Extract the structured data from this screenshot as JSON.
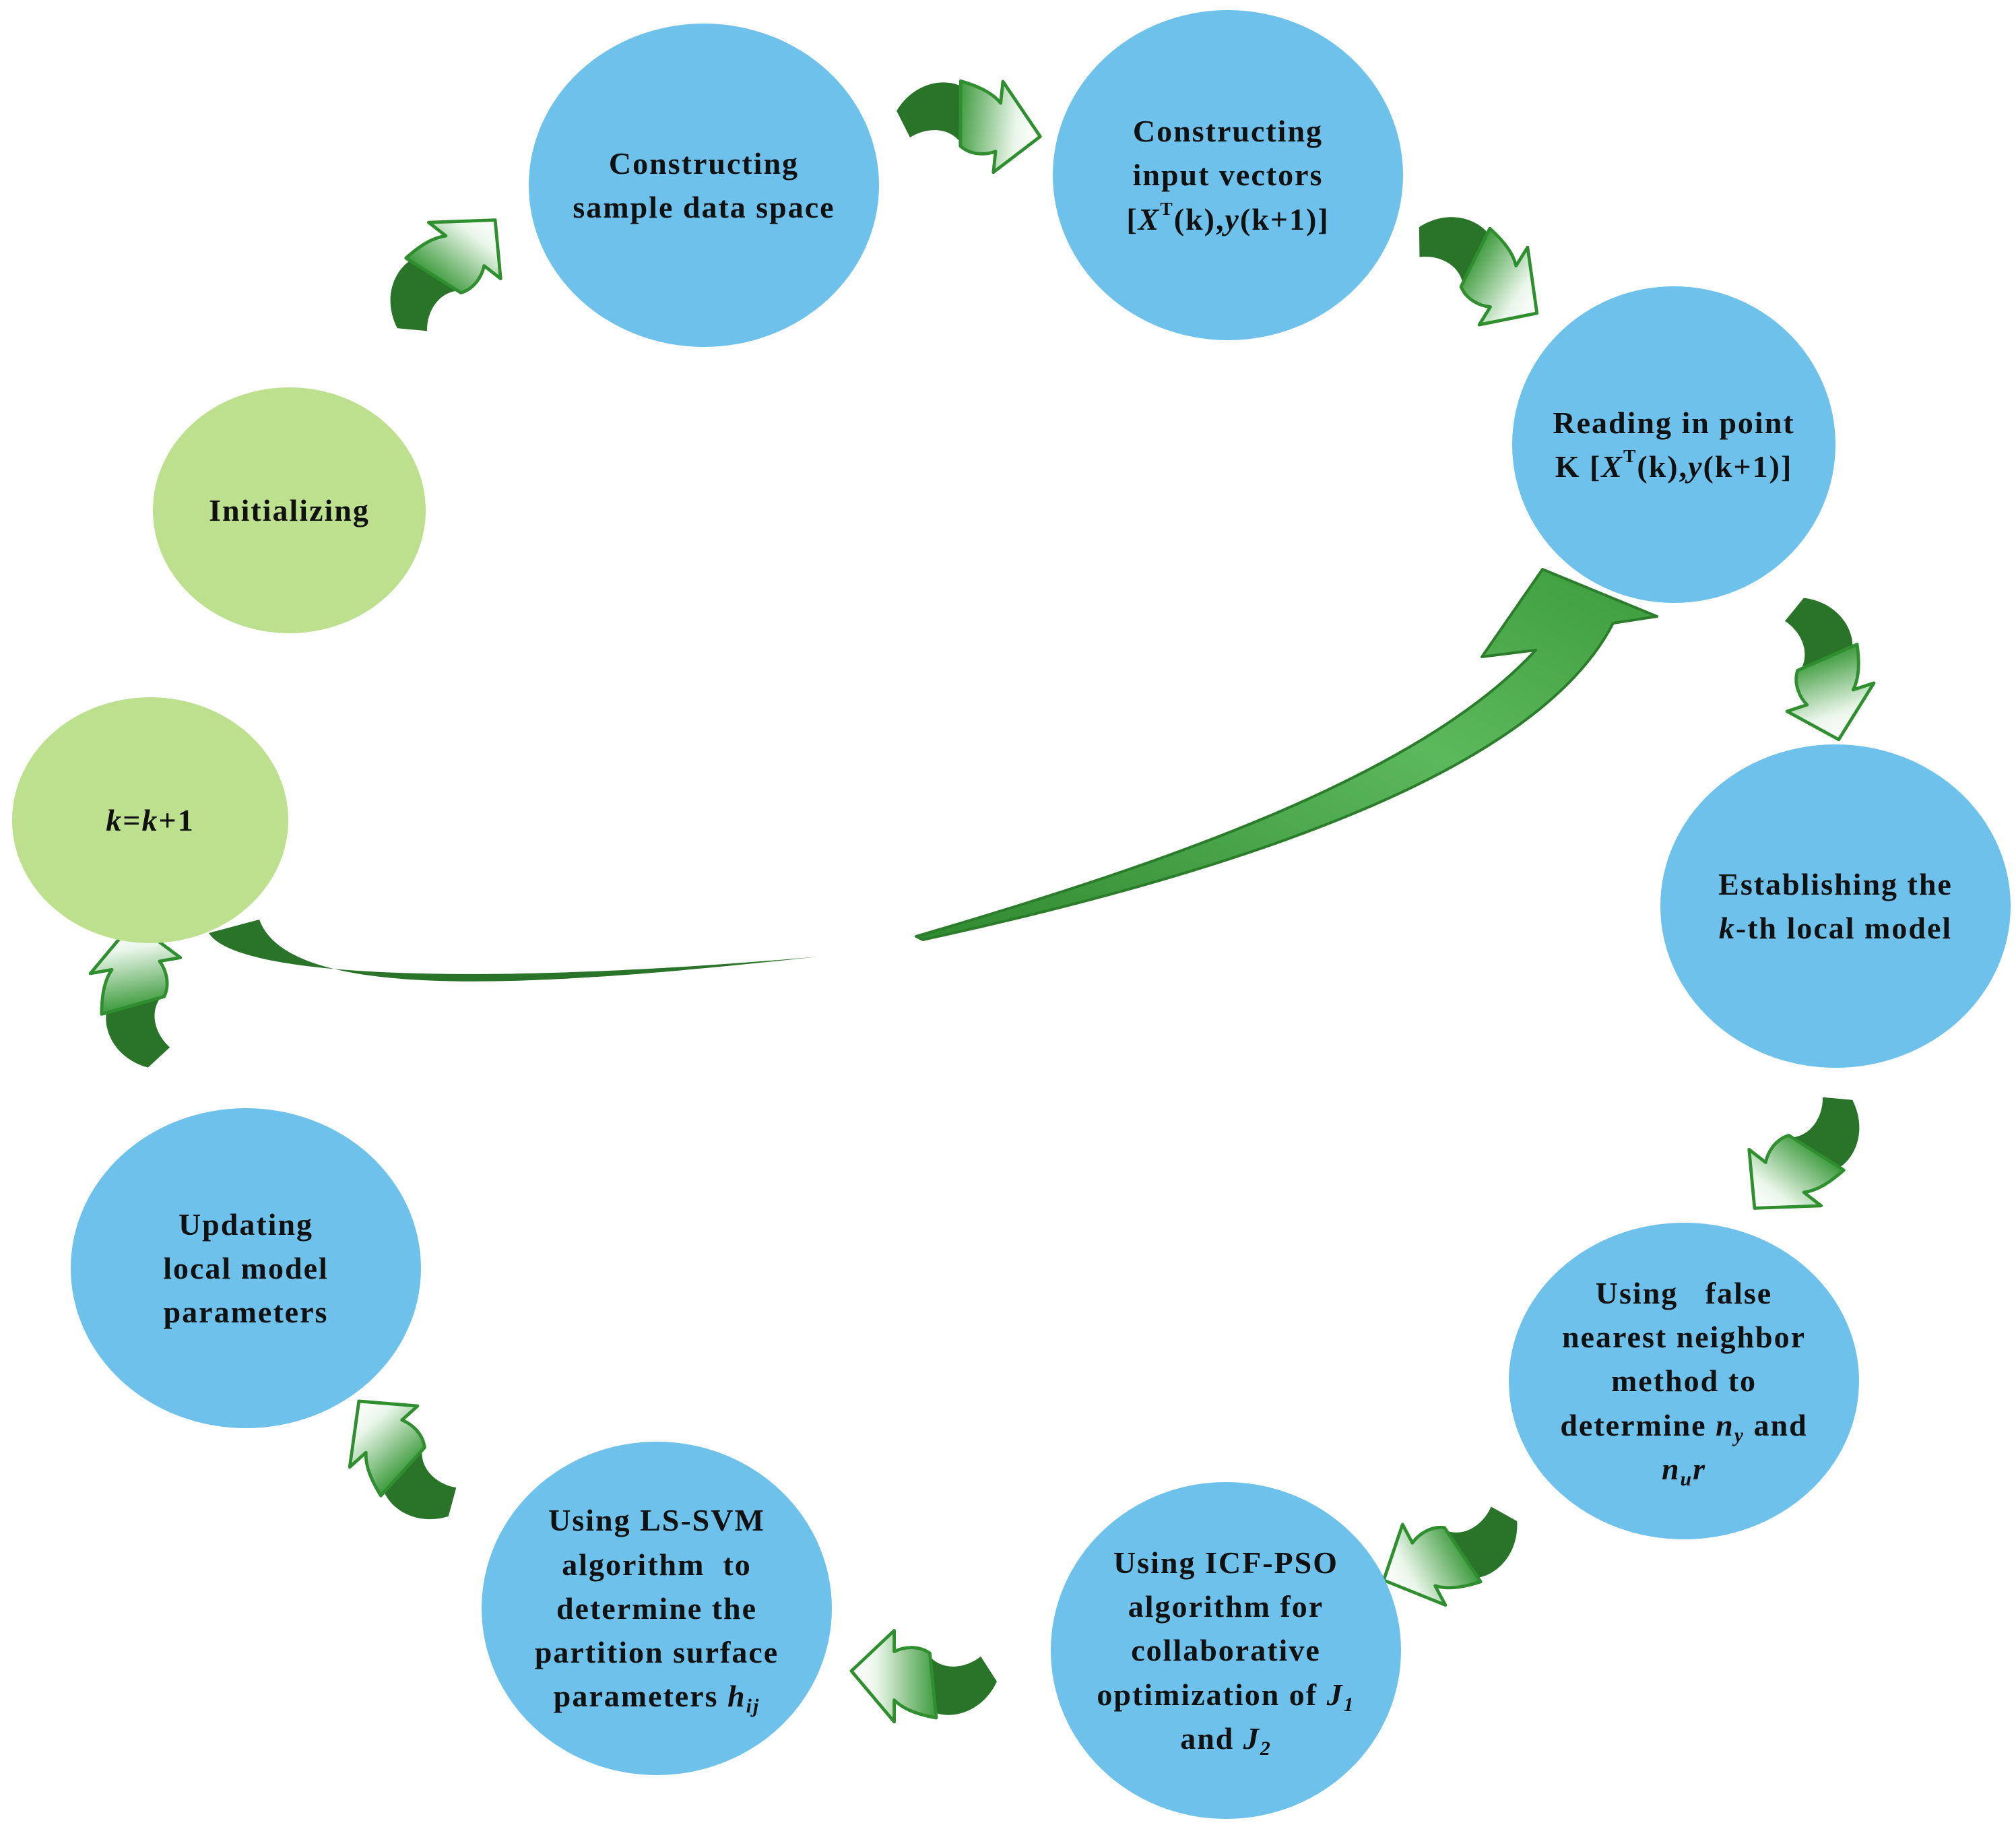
{
  "nodes": {
    "initializing": {
      "label": "Initializing",
      "color": "#bde08f"
    },
    "sample_space": {
      "line1": "Constructing",
      "line2": "sample data space",
      "color": "#6ec1ea"
    },
    "input_vectors": {
      "line1": "Constructing",
      "line2": "input vectors",
      "line3_open": "[",
      "line3_X": "X",
      "line3_T": "T",
      "line3_k": "(k)",
      "line3_sep": ",",
      "line3_y": "y",
      "line3_rest": "(k+1)]"
    },
    "reading_point": {
      "line1": "Reading in point",
      "line2_prefix": "K [",
      "line2_X": "X",
      "line2_T": "T",
      "line2_k": "(k)",
      "line2_sep": ",",
      "line2_y": "y",
      "line2_rest": "(k+1)]"
    },
    "establishing": {
      "line1": "Establishing the",
      "line2_k": "k",
      "line2_rest": "-th  local model"
    },
    "false_nn": {
      "line1": "Using   false",
      "line2": "nearest neighbor",
      "line3": "method to",
      "line4_pre": "determine ",
      "line4_n": "n",
      "line4_sub": "y",
      "line4_post": " and",
      "line5_n": "n",
      "line5_sub": "u",
      "line5_r": "r"
    },
    "icf_pso": {
      "line1": "Using ICF-PSO",
      "line2": "algorithm for",
      "line3": "collaborative",
      "line4_pre": "optimization of ",
      "line4_J": "J",
      "line4_sub": "1",
      "line5_pre": "and ",
      "line5_J": "J",
      "line5_sub": "2"
    },
    "ls_svm": {
      "line1": "Using LS-SVM",
      "line2": "algorithm  to",
      "line3": "determine the",
      "line4": "partition surface",
      "line5_pre": "parameters ",
      "line5_h": "h",
      "line5_sub": "ij"
    },
    "updating": {
      "line1": "Updating",
      "line2": "local model",
      "line3": "parameters"
    },
    "k_update": {
      "k1": "k",
      "eq": "=",
      "k2": "k",
      "plus": "+1",
      "color": "#bde08f"
    }
  },
  "colors": {
    "arrow_dark": "#2a742a",
    "arrow_light": "#4ca34c",
    "node_blue": "#6ec1ea",
    "node_green": "#bde08f"
  }
}
